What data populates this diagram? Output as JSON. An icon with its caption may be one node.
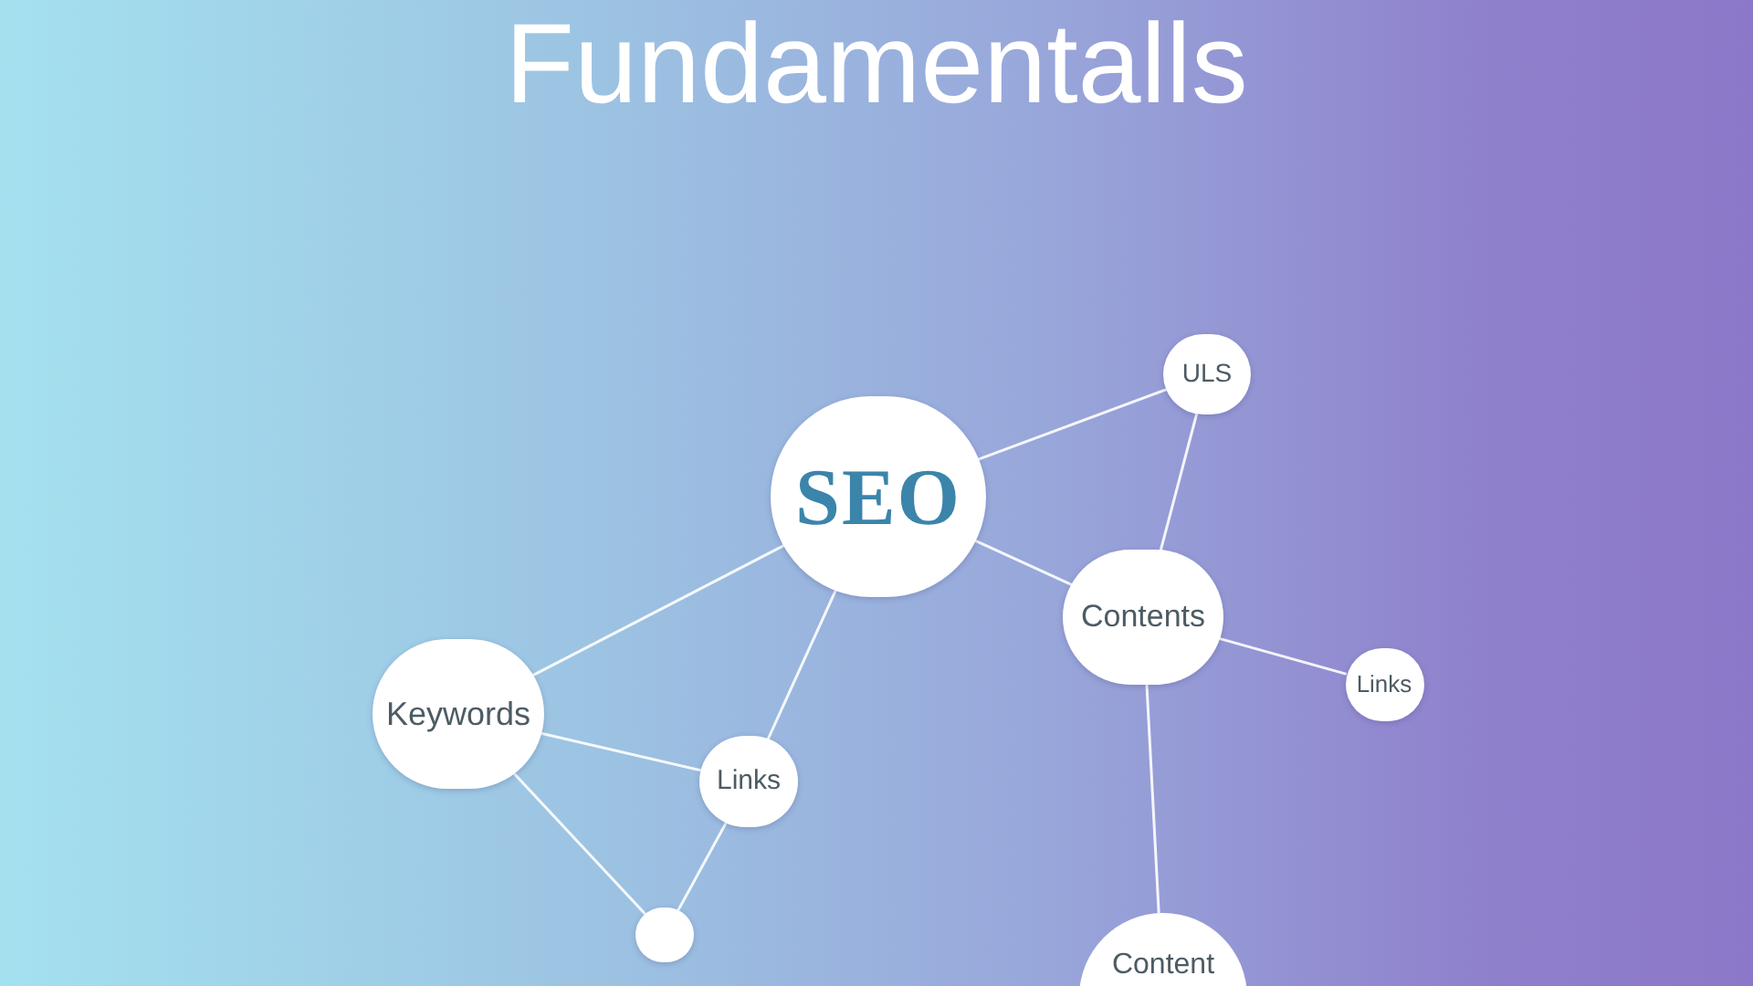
{
  "diagram": {
    "title": "Fundamentalls",
    "nodes": [
      {
        "text": [
          "SEO"
        ]
      },
      {
        "text": [
          "ULS"
        ]
      },
      {
        "text": [
          "Contents"
        ]
      },
      {
        "text": [
          "Links"
        ]
      },
      {
        "text": [
          "Keywords"
        ]
      },
      {
        "text": [
          "Links"
        ]
      },
      {
        "text": [],
        "shape": "circle"
      },
      {
        "text": [
          "Content"
        ]
      }
    ],
    "edges": [
      {
        "from": 0,
        "to": 1,
        "arrow": "none"
      },
      {
        "from": 0,
        "to": 2,
        "arrow": "none"
      },
      {
        "from": 0,
        "to": 4,
        "arrow": "none"
      },
      {
        "from": 0,
        "to": 5,
        "arrow": "none"
      },
      {
        "from": 1,
        "to": 2,
        "arrow": "none"
      },
      {
        "from": 2,
        "to": 3,
        "arrow": "none"
      },
      {
        "from": 2,
        "to": 7,
        "arrow": "none"
      },
      {
        "from": 4,
        "to": 5,
        "arrow": "none"
      },
      {
        "from": 4,
        "to": 6,
        "arrow": "none"
      },
      {
        "from": 5,
        "to": 6,
        "arrow": "none"
      }
    ]
  }
}
